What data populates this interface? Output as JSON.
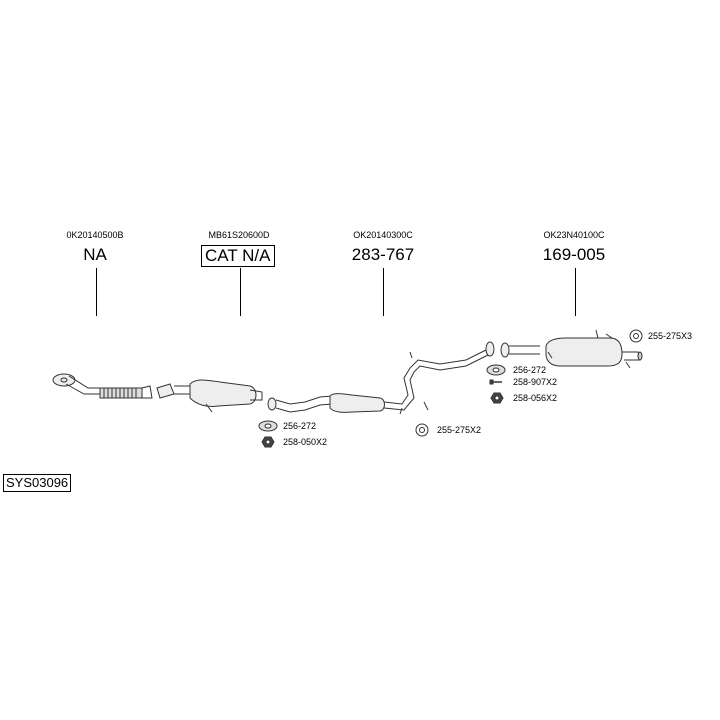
{
  "system_code": "SYS03096",
  "parts": [
    {
      "oem": "0K20140500B",
      "number": "NA",
      "boxed": false
    },
    {
      "oem": "MB61S20600D",
      "number": "CAT N/A",
      "boxed": true
    },
    {
      "oem": "OK20140300C",
      "number": "283-767",
      "boxed": false
    },
    {
      "oem": "OK23N40100C",
      "number": "169-005",
      "boxed": false
    }
  ],
  "accessories": [
    {
      "label": "256-272",
      "icon": "gasket-icon"
    },
    {
      "label": "258-050X2",
      "icon": "nut-icon"
    },
    {
      "label": "255-275X2",
      "icon": "rubber-mount-icon"
    },
    {
      "label": "256-272",
      "icon": "gasket-icon"
    },
    {
      "label": "258-907X2",
      "icon": "bolt-icon"
    },
    {
      "label": "258-056X2",
      "icon": "nut-icon"
    },
    {
      "label": "255-275X3",
      "icon": "rubber-mount-icon"
    }
  ]
}
